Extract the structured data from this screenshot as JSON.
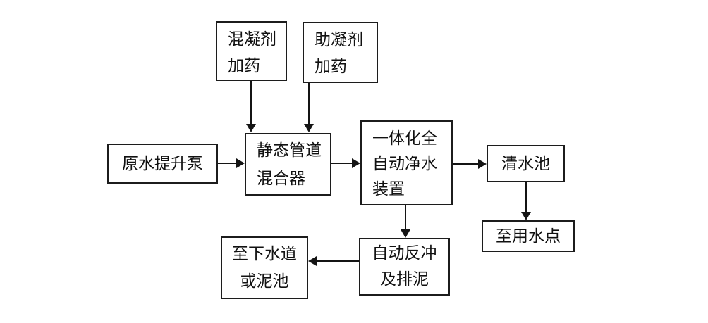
{
  "diagram": {
    "type": "flowchart",
    "subject": "integrated automatic water purification process flow",
    "colors": {
      "background": "#ffffff",
      "line": "#141414",
      "border": "#1c1c1c",
      "text": "#111111"
    },
    "nodes": {
      "coagulant": {
        "label": "混凝剂\n加药"
      },
      "coagulant_aid": {
        "label": "助凝剂\n加药"
      },
      "raw_pump": {
        "label": "原水提升泵"
      },
      "mixer": {
        "label": "静态管道\n混合器"
      },
      "purifier": {
        "label": "一体化全\n自动净水\n装置"
      },
      "clear_tank": {
        "label": "清水池"
      },
      "use_point": {
        "label": "至用水点"
      },
      "backwash": {
        "label": "自动反冲\n及排泥"
      },
      "sewer": {
        "label": "至下水道\n或泥池"
      }
    },
    "edges": [
      {
        "from": "coagulant",
        "to": "mixer",
        "direction": "down"
      },
      {
        "from": "coagulant_aid",
        "to": "mixer",
        "direction": "down"
      },
      {
        "from": "raw_pump",
        "to": "mixer",
        "direction": "right"
      },
      {
        "from": "mixer",
        "to": "purifier",
        "direction": "right"
      },
      {
        "from": "purifier",
        "to": "clear_tank",
        "direction": "right"
      },
      {
        "from": "clear_tank",
        "to": "use_point",
        "direction": "down"
      },
      {
        "from": "purifier",
        "to": "backwash",
        "direction": "down"
      },
      {
        "from": "backwash",
        "to": "sewer",
        "direction": "left"
      }
    ]
  }
}
